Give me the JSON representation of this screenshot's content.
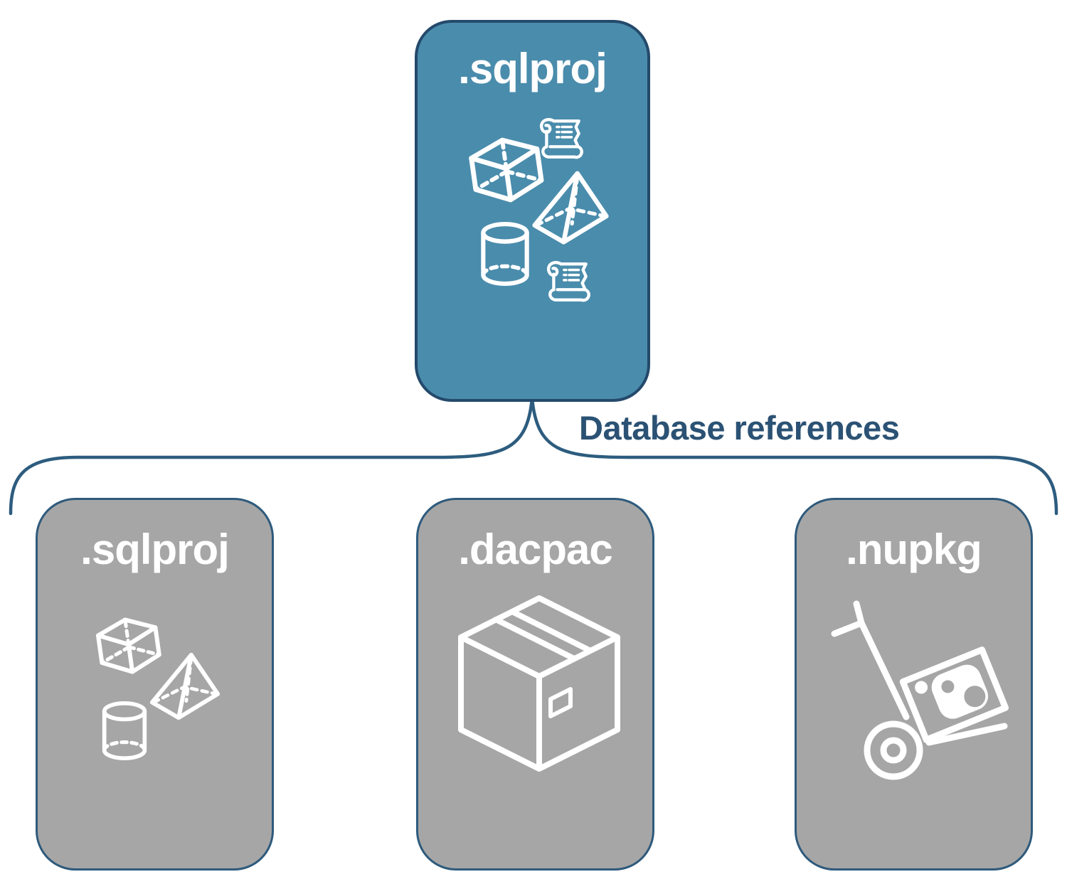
{
  "root_card": {
    "label": ".sqlproj",
    "fill": "#4a8cac",
    "border": "#24496b",
    "icons": [
      "script-scroll-icon",
      "cube-icon",
      "pyramid-icon",
      "cylinder-icon",
      "script-scroll-icon"
    ]
  },
  "connector": {
    "label": "Database references",
    "line_color": "#2d5c7e",
    "text_color": "#2b5274"
  },
  "child_cards": [
    {
      "label": ".sqlproj",
      "fill": "#a6a6a6",
      "border": "#2e5a7c",
      "icons": [
        "cube-icon",
        "pyramid-icon",
        "cylinder-icon"
      ]
    },
    {
      "label": ".dacpac",
      "fill": "#a6a6a6",
      "border": "#2e5a7c",
      "icons": [
        "package-box-icon"
      ]
    },
    {
      "label": ".nupkg",
      "fill": "#a6a6a6",
      "border": "#2e5a7c",
      "icons": [
        "nuget-handtruck-icon"
      ]
    }
  ]
}
